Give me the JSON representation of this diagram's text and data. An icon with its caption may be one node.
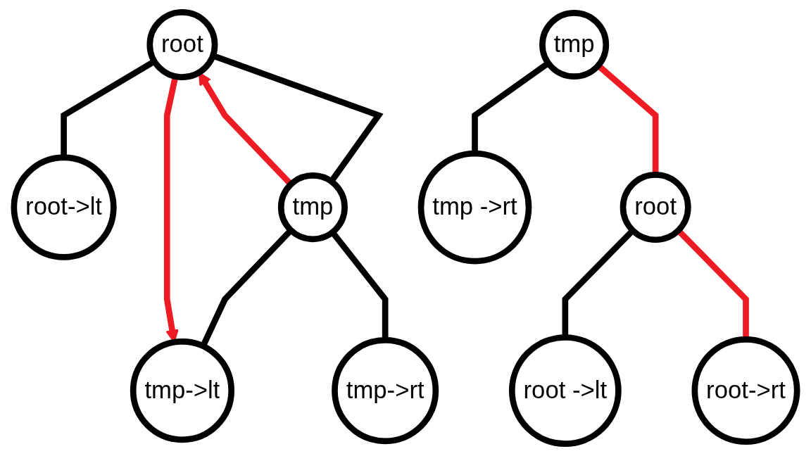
{
  "diagram": {
    "nodes": [
      {
        "text": [
          "root"
        ]
      },
      {
        "text": [
          "root->lt"
        ]
      },
      {
        "text": [
          "tmp"
        ]
      },
      {
        "text": [
          "tmp->lt"
        ]
      },
      {
        "text": [
          "tmp->rt"
        ]
      },
      {
        "text": [
          "tmp"
        ]
      },
      {
        "text": [
          "root"
        ]
      },
      {
        "text": [
          "tmp ->rt"
        ]
      },
      {
        "text": [
          "root ->lt"
        ]
      },
      {
        "text": [
          "root->rt"
        ]
      }
    ],
    "edges": [
      {
        "from": 0,
        "to": 1,
        "arrow": "none"
      },
      {
        "from": 0,
        "to": 2,
        "arrow": "none"
      },
      {
        "from": 2,
        "to": 3,
        "arrow": "none"
      },
      {
        "from": 2,
        "to": 4,
        "arrow": "none"
      },
      {
        "from": 2,
        "to": 0,
        "arrow": "to",
        "color": "#ed1c24"
      },
      {
        "from": 0,
        "to": 3,
        "arrow": "to",
        "color": "#ed1c24"
      },
      {
        "from": 5,
        "to": 6,
        "arrow": "none",
        "color": "#ed1c24"
      },
      {
        "from": 5,
        "to": 7,
        "arrow": "none"
      },
      {
        "from": 6,
        "to": 8,
        "arrow": "none"
      },
      {
        "from": 6,
        "to": 9,
        "arrow": "none",
        "color": "#ed1c24"
      }
    ]
  }
}
